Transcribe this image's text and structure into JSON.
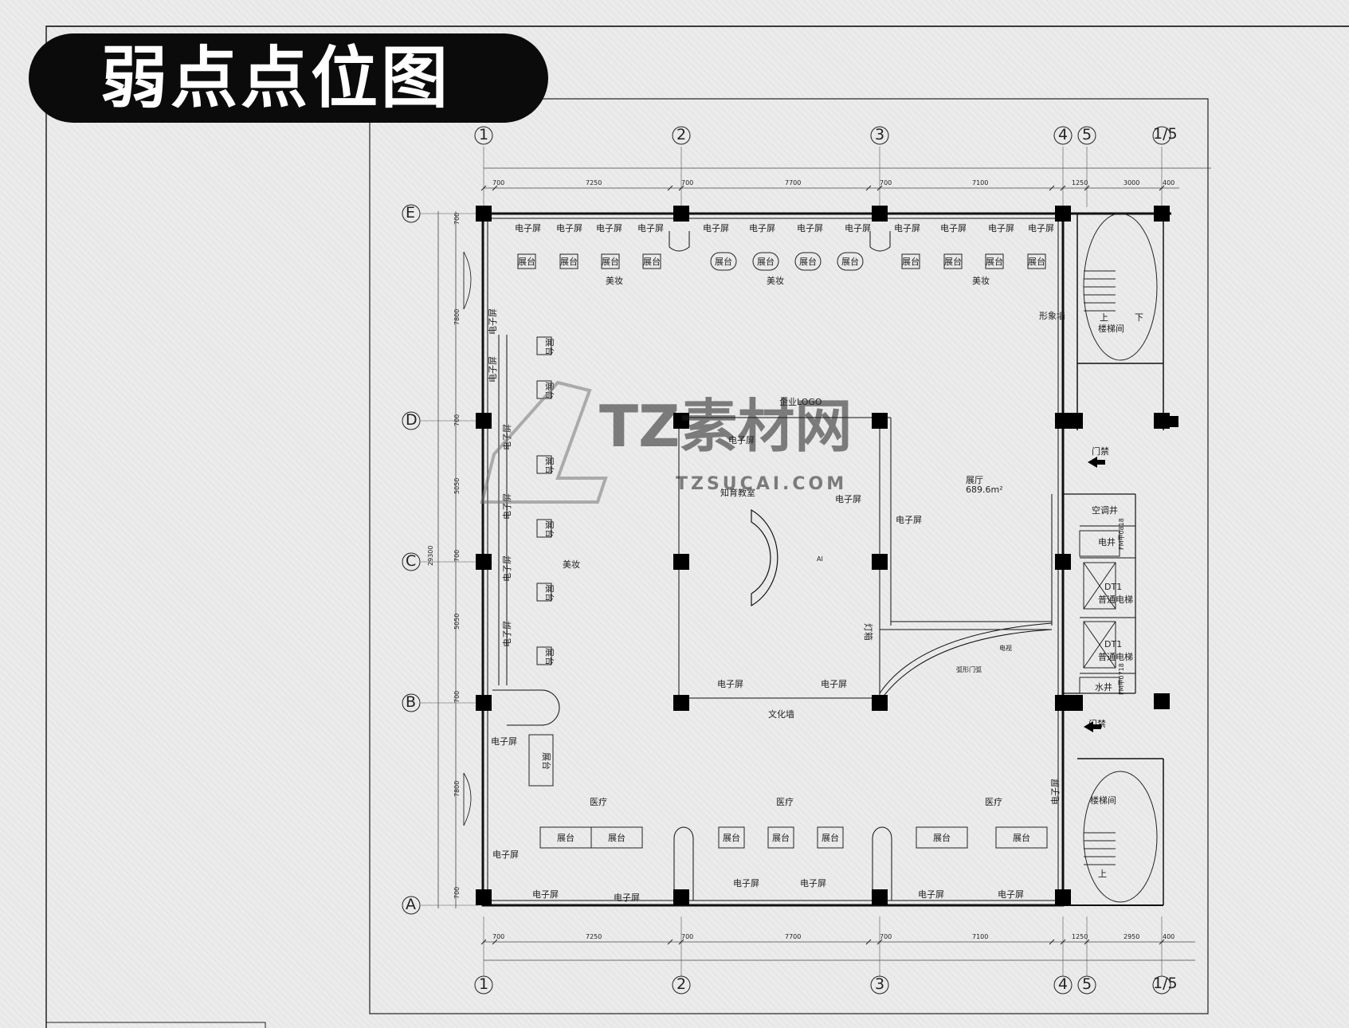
{
  "title": "弱点点位图",
  "watermark": {
    "main": "TZ素材网",
    "sub": "TZSUCAI.COM"
  },
  "axes": {
    "columns": [
      "①",
      "②",
      "③",
      "④",
      "⑤",
      "1/5"
    ],
    "rows": [
      "Ⓔ",
      "Ⓓ",
      "Ⓒ",
      "Ⓑ",
      "Ⓐ"
    ]
  },
  "dimensions": {
    "top": [
      "700",
      "7250",
      "700",
      "7700",
      "700",
      "7100",
      "1250",
      "3000",
      "400"
    ],
    "bottom": [
      "700",
      "7250",
      "700",
      "7700",
      "700",
      "7100",
      "1250",
      "2950",
      "400"
    ],
    "left": [
      "700",
      "7800",
      "700",
      "5050",
      "700",
      "5050",
      "700",
      "7800",
      "700"
    ],
    "left_total": "29300"
  },
  "labels": {
    "screen": "电子屏",
    "stand": "展台",
    "makeup": "美妆",
    "medical": "医疗",
    "image_wall": "形象墙",
    "stair": "楼梯间",
    "up": "上",
    "down": "下",
    "logo": "企业LOGO",
    "edu_room": "知育教室",
    "hall": "展厅",
    "hall_area": "689.6m²",
    "access": "门禁",
    "ac_shaft": "空调井",
    "elec_shaft": "电井",
    "water_shaft": "水井",
    "elevator_code": "DT1",
    "elevator": "普通电梯",
    "door_code1": "FM甲0818",
    "door_code2": "FM甲0718",
    "light_box": "灯箱",
    "culture_wall": "文化墙",
    "tv": "电视",
    "ai": "AI",
    "curve_label": "弧形门弧"
  }
}
